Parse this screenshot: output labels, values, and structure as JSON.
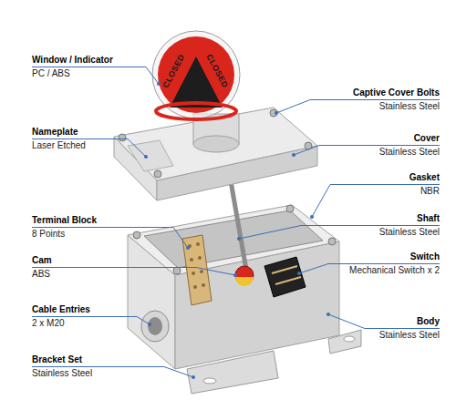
{
  "diagram": {
    "labels": [
      "Window / Indicator",
      "PC / ABS",
      "Captive Cover Bolts",
      "Stainless Steel",
      "Nameplate",
      "Laser Etched",
      "Cover",
      "Stainless Steel",
      "Gasket",
      "NBR",
      "Terminal Block",
      "8 Points",
      "Shaft",
      "Stainless Steel",
      "Cam",
      "ABS",
      "Switch",
      "Mechanical Switch x 2",
      "Cable Entries",
      "2 x M20",
      "Body",
      "Stainless Steel",
      "Bracket Set",
      "Stainless Steel",
      "CLOSED",
      "CLOSED"
    ]
  }
}
